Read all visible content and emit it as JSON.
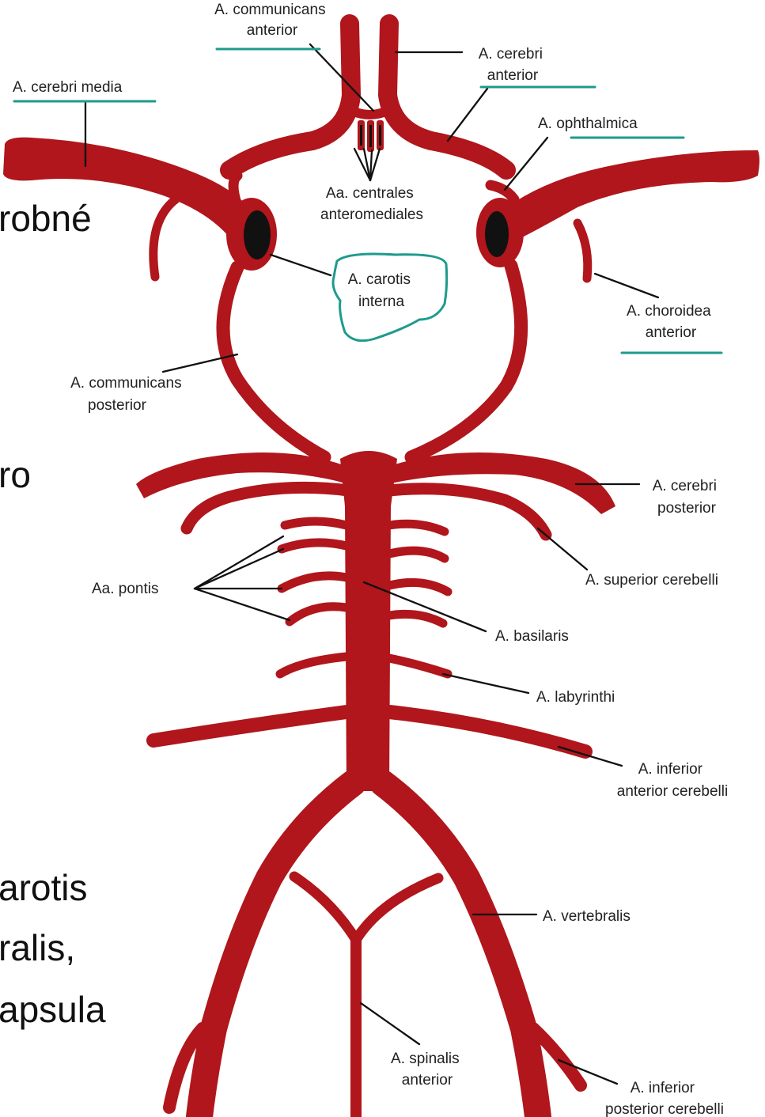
{
  "background_text": [
    "robné",
    "ro",
    "arotis",
    "ralis,",
    "apsula"
  ],
  "labels": {
    "communicans_anterior": [
      "A. communicans",
      "anterior"
    ],
    "cerebri_anterior": [
      "A. cerebri",
      "anterior"
    ],
    "cerebri_media": [
      "A. cerebri media"
    ],
    "ophthalmica": [
      "A. ophthalmica"
    ],
    "centrales_anteromediales": [
      "Aa. centrales",
      "anteromediales"
    ],
    "carotis_interna": [
      "A. carotis",
      "interna"
    ],
    "choroidea_anterior": [
      "A. choroidea",
      "anterior"
    ],
    "communicans_posterior": [
      "A. communicans",
      "posterior"
    ],
    "cerebri_posterior": [
      "A. cerebri",
      "posterior"
    ],
    "superior_cerebelli": [
      "A. superior cerebelli"
    ],
    "pontis": [
      "Aa. pontis"
    ],
    "basilaris": [
      "A. basilaris"
    ],
    "labyrinthi": [
      "A. labyrinthi"
    ],
    "inferior_anterior_cerebelli": [
      "A. inferior",
      "anterior cerebelli"
    ],
    "vertebralis": [
      "A. vertebralis"
    ],
    "spinalis_anterior": [
      "A. spinalis",
      "anterior"
    ],
    "inferior_posterior_cerebelli": [
      "A. inferior",
      "posterior cerebelli"
    ]
  },
  "colors": {
    "artery": "#b0161b",
    "highlight": "#1f9a8c",
    "text": "#222222"
  }
}
